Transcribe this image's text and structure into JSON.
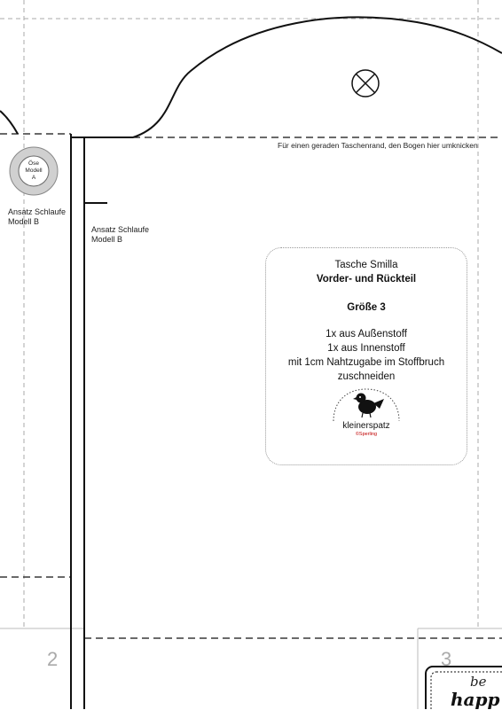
{
  "labels": {
    "eyelet": [
      "Öse",
      "Modell",
      "A"
    ],
    "loop_left": [
      "Ansatz Schlaufe",
      "Modell B"
    ],
    "loop_main": [
      "Ansatz Schlaufe",
      "Modell B"
    ],
    "fold_note": "Für einen geraden Taschenrand, den Bogen hier umknicken"
  },
  "info_box": {
    "title": "Tasche Smilla",
    "subtitle": "Vorder- und Rückteil",
    "size": "Größe 3",
    "cut_lines": [
      "1x aus Außenstoff",
      "1x aus Innenstoff",
      "mit 1cm Nahtzugabe im Stoffbruch",
      "zuschneiden"
    ]
  },
  "logo": {
    "name": "kleinerspatz",
    "subtext": "©Sperling",
    "icon": "sparrow-icon",
    "accent_color": "#c00000"
  },
  "page_numbers": [
    "2",
    "3"
  ],
  "decoration": [
    "be",
    "happ"
  ]
}
